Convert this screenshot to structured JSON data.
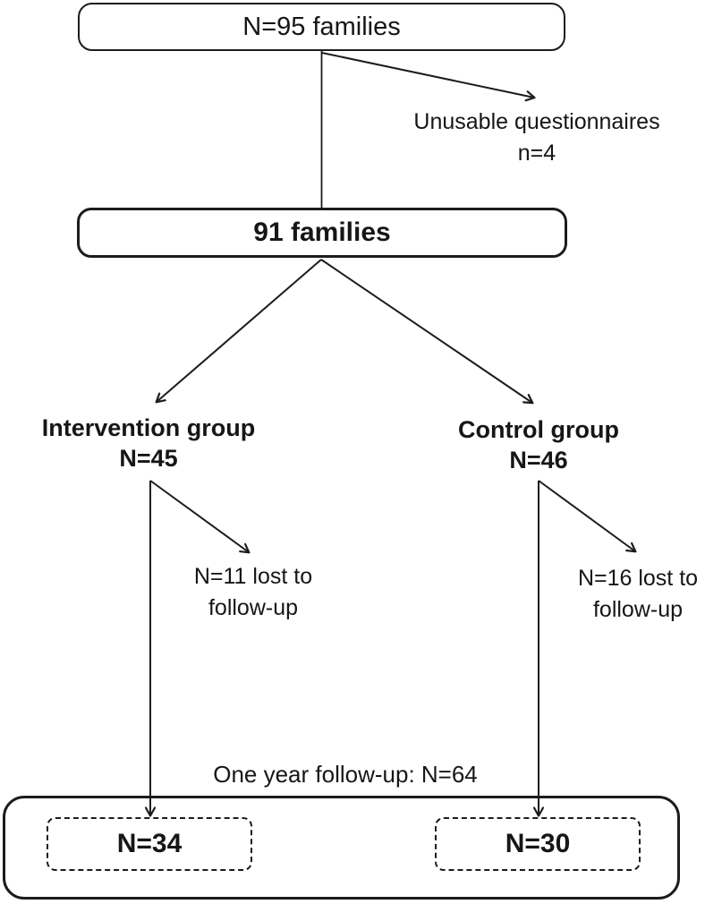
{
  "diagram": {
    "background_color": "#ffffff",
    "line_color": "#1c1c1c",
    "text_color": "#161616",
    "nodes": {
      "enrolled": {
        "label": "N=95 families"
      },
      "excluded": {
        "line1": "Unusable questionnaires",
        "line2": "n=4"
      },
      "eligible": {
        "label": "91 families"
      },
      "intervention": {
        "line1": "Intervention group",
        "line2": "N=45"
      },
      "control": {
        "line1": "Control group",
        "line2": "N=46"
      },
      "lost_intervention": {
        "line1": "N=11 lost to",
        "line2": "follow-up"
      },
      "lost_control": {
        "line1": "N=16 lost to",
        "line2": "follow-up"
      },
      "followup": {
        "caption": "One year follow-up: N=64"
      },
      "final_intervention": {
        "label": "N=34"
      },
      "final_control": {
        "label": "N=30"
      }
    }
  }
}
